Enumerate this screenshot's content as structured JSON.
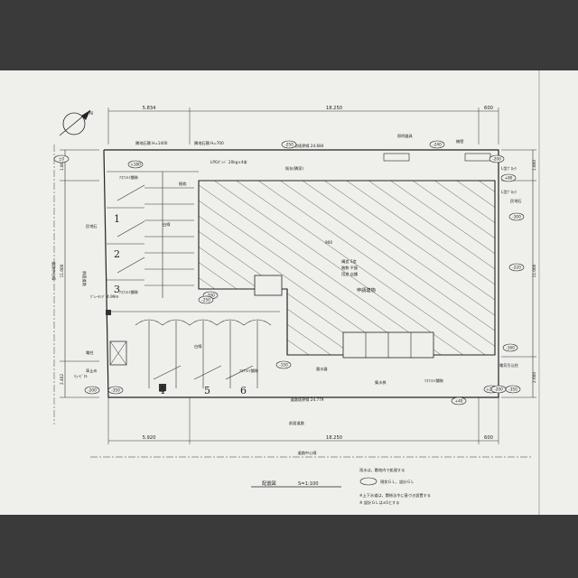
{
  "drawing": {
    "title": "配置図",
    "scale": "S=1:100",
    "building_label": "申請建物",
    "road_label_bottom": "道路中心線",
    "road_label_left": "道路中心線",
    "road_name_bottom": "前面道路",
    "road_name_left": "前面道路"
  },
  "dimensions": {
    "top_left": "5.834",
    "top_mid": "18.250",
    "top_right": "600",
    "bottom_left": "5.920",
    "bottom_mid": "18.250",
    "bottom_right": "600",
    "left_upper": "1.800",
    "left_mid": "11.000",
    "left_lower": "2.402",
    "right_upper": "1.800",
    "right_mid": "11.000",
    "right_lower": "2.600"
  },
  "annotations": {
    "north_arrow_letter": "N",
    "boundary_top": "隣地境界線 24.684",
    "boundary_bottom": "道路境界線 24.779",
    "fence_top": "隣地石積 H=700",
    "fence_left": "隣地石積 H=1400",
    "lp_gas": "LPGﾎﾞﾝﾍﾞ 20kg×4本",
    "existing_house": "既存(隣家)",
    "asphalt_left": "ｱｽﾌｧﾙﾄ舗装",
    "asphalt_mid": "ｱｽﾌｧﾙﾄ舗装",
    "asphalt_bottom": "ｱｽﾌｧﾙﾄ舗装",
    "asphalt_right": "ｱｽﾌｧﾙﾄ舗装",
    "white_line_1": "白線",
    "white_line_2": "白線",
    "lighting": "照明器具",
    "sign_pole": "電柱",
    "bollard": "車止め",
    "tree_left": "植栽",
    "drain_label": "集水桝",
    "electric_box": "電気引込柱",
    "water_meter": "量水器",
    "boundary_stone_left": "民地石",
    "boundary_stone_right": "民地石",
    "dimension_900": "900",
    "note_left": "ｸﾞﾚｰﾁﾝｸﾞ 4.99m",
    "transformer": "ｷｭｰﾋﾞｸﾙ",
    "l_shape_1": "L型ﾌﾞﾛｯｸ",
    "l_shape_2": "L型ﾌﾞﾛｯｸ",
    "retaining_1": "擁壁",
    "building_info_1": "構造 S造",
    "building_info_2": "階数 平屋",
    "building_info_3": "用途 店舗",
    "gl_note_1": "雨水は，敷地内で処理する",
    "gl_note_2": "現状ＧＬ，設計ＧＬ",
    "gl_note_3": "※上下水道は，関係法令に基づき設置する",
    "gl_note_4": "※ 設計ＧＬは±0とする"
  },
  "parking_numbers": [
    "1",
    "2",
    "3",
    "4",
    "5",
    "6"
  ],
  "level_marks": [
    "±0",
    "-200",
    "-350",
    "+180",
    "-200",
    "+80",
    "-250",
    "-240",
    "-300",
    "-220",
    "-160",
    "+250",
    "-350",
    "+40",
    "-150",
    "-200",
    "-250",
    "-200"
  ]
}
